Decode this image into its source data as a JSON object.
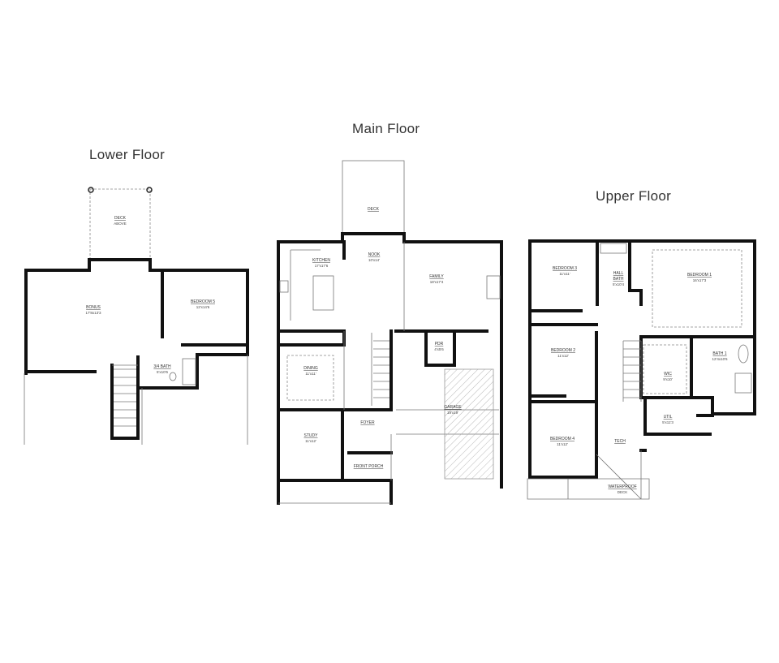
{
  "titles": {
    "lower": "Lower Floor",
    "main": "Main Floor",
    "upper": "Upper Floor"
  },
  "lower": {
    "deck": {
      "name": "DECK",
      "sub": "ABOVE"
    },
    "bonus": {
      "name": "BONUS",
      "dim": "17'8x13'3"
    },
    "bedroom5": {
      "name": "BEDROOM 5",
      "dim": "12'x14'6"
    },
    "bath": {
      "name": "3/4 BATH",
      "dim": "5'x10'6"
    }
  },
  "main": {
    "deck": {
      "name": "DECK"
    },
    "nook": {
      "name": "NOOK",
      "dim": "10'x14'"
    },
    "kitchen": {
      "name": "KITCHEN",
      "dim": "17'x17'6"
    },
    "family": {
      "name": "FAMILY",
      "dim": "18'x17'4"
    },
    "pdr": {
      "name": "PDR",
      "dim": "4'x5'6"
    },
    "dining": {
      "name": "DINING",
      "dim": "11'x11'"
    },
    "study": {
      "name": "STUDY",
      "dim": "11'x12'"
    },
    "foyer": {
      "name": "FOYER"
    },
    "porch": {
      "name": "FRONT PORCH"
    },
    "garage": {
      "name": "GARAGE",
      "dim": "19'x19'"
    }
  },
  "upper": {
    "bedroom3": {
      "name": "BEDROOM 3",
      "dim": "11'x11'"
    },
    "hallbath": {
      "name": "HALL",
      "name2": "BATH",
      "dim": "5'x10'4"
    },
    "bedroom1": {
      "name": "BEDROOM 1",
      "dim": "16'x17'3"
    },
    "bedroom2": {
      "name": "BEDROOM 2",
      "dim": "11'x12'"
    },
    "bath1": {
      "name": "BATH 1",
      "dim": "12'4x10'6"
    },
    "wic": {
      "name": "WIC",
      "dim": "9'x10'"
    },
    "util": {
      "name": "UTIL",
      "dim": "5'x11'3"
    },
    "bedroom4": {
      "name": "BEDROOM 4",
      "dim": "11'x12'"
    },
    "tech": {
      "name": "TECH"
    },
    "deck": {
      "name": "WATERPROOF",
      "sub": "DECK"
    }
  }
}
